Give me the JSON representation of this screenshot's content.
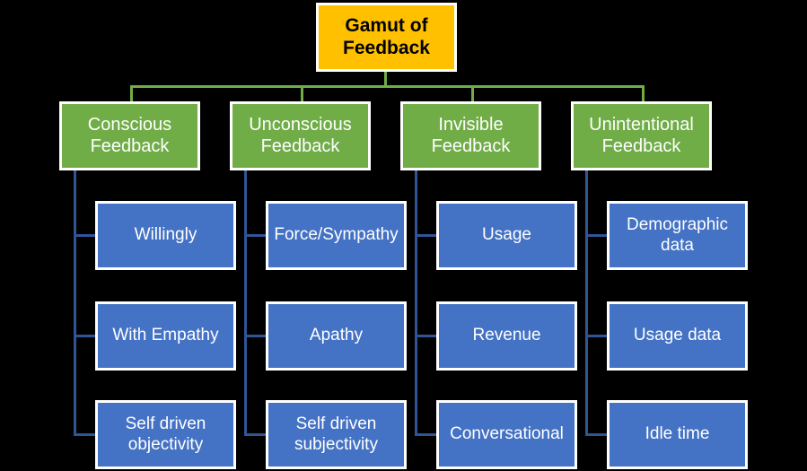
{
  "diagram": {
    "title": "Gamut of Feedback",
    "type": "org-chart-tree",
    "colors": {
      "background": "#000000",
      "root_fill": "#ffc000",
      "root_text": "#000000",
      "category_fill": "#70ad47",
      "category_text": "#ffffff",
      "leaf_fill": "#4472c4",
      "leaf_text": "#ffffff",
      "box_border": "#ffffff",
      "connector_green": "#70ad47",
      "connector_blue": "#2f5597"
    },
    "root": {
      "label": "Gamut of Feedback",
      "line1": "Gamut of",
      "line2": "Feedback"
    },
    "branches": [
      {
        "id": "conscious",
        "label": "Conscious Feedback",
        "line1": "Conscious",
        "line2": "Feedback",
        "children": [
          {
            "label": "Willingly",
            "line1": "Willingly",
            "line2": ""
          },
          {
            "label": "With Empathy",
            "line1": "With Empathy",
            "line2": ""
          },
          {
            "label": "Self driven objectivity",
            "line1": "Self driven",
            "line2": "objectivity"
          }
        ]
      },
      {
        "id": "unconscious",
        "label": "Unconscious Feedback",
        "line1": "Unconscious",
        "line2": "Feedback",
        "children": [
          {
            "label": "Force/Sympathy",
            "line1": "Force/Sympathy",
            "line2": ""
          },
          {
            "label": "Apathy",
            "line1": "Apathy",
            "line2": ""
          },
          {
            "label": "Self driven subjectivity",
            "line1": "Self driven",
            "line2": "subjectivity"
          }
        ]
      },
      {
        "id": "invisible",
        "label": "Invisible Feedback",
        "line1": "Invisible",
        "line2": "Feedback",
        "children": [
          {
            "label": "Usage",
            "line1": "Usage",
            "line2": ""
          },
          {
            "label": "Revenue",
            "line1": "Revenue",
            "line2": ""
          },
          {
            "label": "Conversational",
            "line1": "Conversational",
            "line2": ""
          }
        ]
      },
      {
        "id": "unintentional",
        "label": "Unintentional Feedback",
        "line1": "Unintentional",
        "line2": "Feedback",
        "children": [
          {
            "label": "Demographic data",
            "line1": "Demographic",
            "line2": "data"
          },
          {
            "label": "Usage data",
            "line1": "Usage data",
            "line2": ""
          },
          {
            "label": "Idle time",
            "line1": "Idle time",
            "line2": ""
          }
        ]
      }
    ]
  }
}
